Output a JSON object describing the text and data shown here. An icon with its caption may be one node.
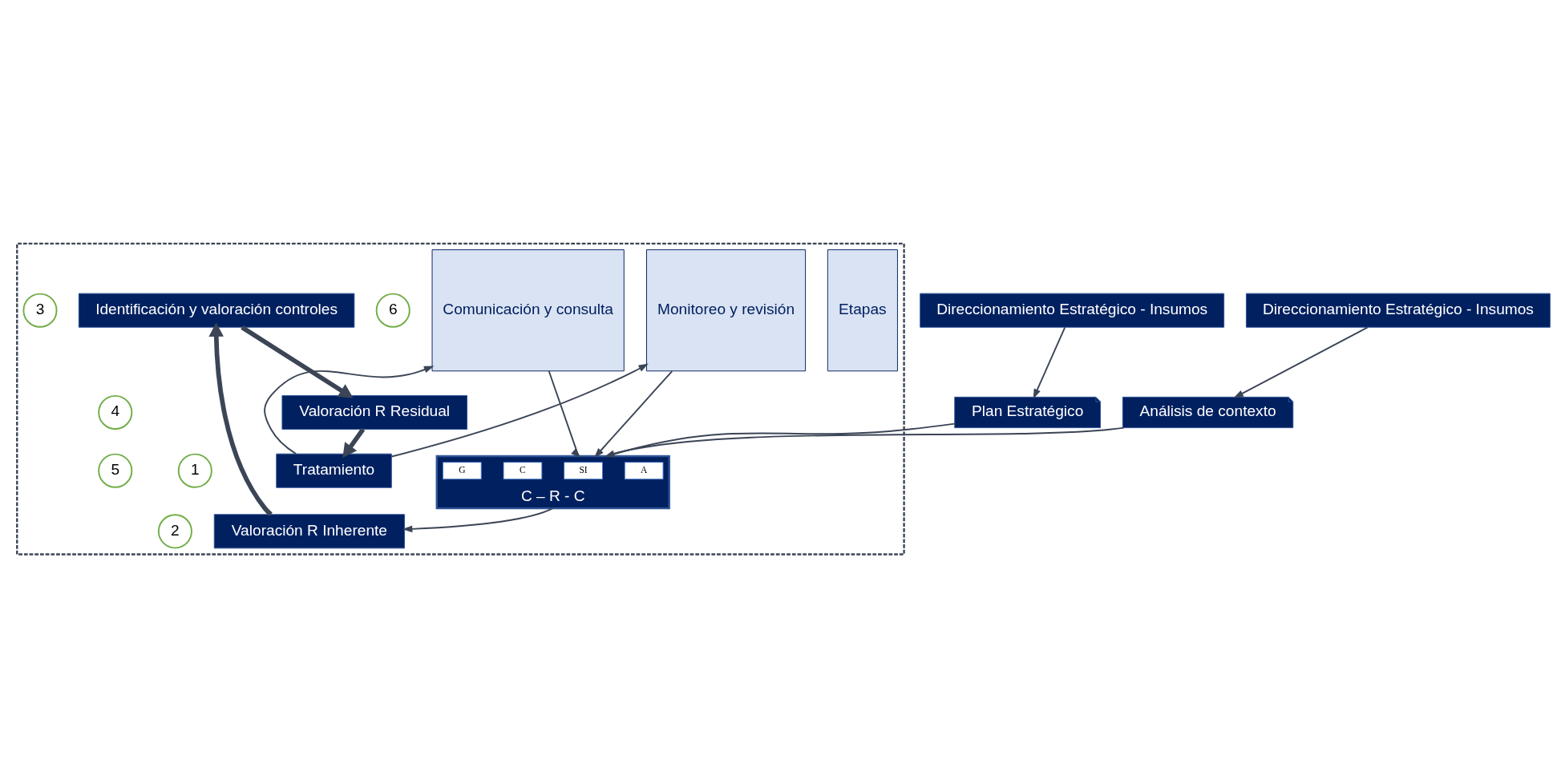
{
  "diagram": {
    "nodes": [
      {
        "text": [],
        "shape": "box"
      },
      {
        "text": [
          "Direccionamiento Estratégico - Insumos"
        ]
      },
      {
        "text": [
          "Plan Estratégico"
        ]
      },
      {
        "text": [
          "Análisis de contexto"
        ]
      },
      {
        "text": [
          "Direccionamiento Estratégico - Insumos"
        ]
      },
      {
        "text": [
          "Etapas"
        ],
        "in": 0
      },
      {
        "text": [
          "Comunicación y consulta"
        ],
        "in": 0
      },
      {
        "text": [
          "1"
        ],
        "in": 0
      },
      {
        "text": [
          "C – R - C"
        ],
        "in": 0
      },
      {
        "text": [
          "G"
        ],
        "in": 8
      },
      {
        "text": [
          "C"
        ],
        "in": 8
      },
      {
        "text": [
          "SI"
        ],
        "in": 8
      },
      {
        "text": [
          "A"
        ],
        "in": 8
      },
      {
        "text": [
          "2"
        ],
        "in": 0
      },
      {
        "text": [
          "Valoración R Inherente"
        ],
        "in": 0
      },
      {
        "text": [
          "3"
        ],
        "in": 0
      },
      {
        "text": [
          "Identificación y valoración controles"
        ],
        "in": 0
      },
      {
        "text": [
          "4"
        ],
        "in": 0
      },
      {
        "text": [
          "Valoración R Residual"
        ],
        "in": 0
      },
      {
        "text": [
          "5"
        ],
        "in": 0
      },
      {
        "text": [
          "Tratamiento"
        ],
        "in": 0
      },
      {
        "text": [
          "6"
        ],
        "in": 0
      },
      {
        "text": [
          "Monitoreo y revisión"
        ],
        "in": 0
      }
    ],
    "edges": [
      {
        "from": 1,
        "to": 2,
        "arrow": "to"
      },
      {
        "from": 4,
        "to": 3,
        "arrow": "to"
      },
      {
        "from": 2,
        "to": 8,
        "arrow": "to"
      },
      {
        "from": 3,
        "to": 8,
        "arrow": "to"
      },
      {
        "from": 6,
        "to": 8,
        "arrow": "to"
      },
      {
        "from": 22,
        "to": 8,
        "arrow": "to"
      },
      {
        "from": 8,
        "to": 14,
        "arrow": "to"
      },
      {
        "from": 14,
        "to": 16,
        "arrow": "to",
        "style": "thick"
      },
      {
        "from": 16,
        "to": 18,
        "arrow": "to",
        "style": "thick"
      },
      {
        "from": 18,
        "to": 20,
        "arrow": "to",
        "style": "thick"
      },
      {
        "from": 20,
        "to": 6,
        "arrow": "to"
      },
      {
        "from": 20,
        "to": 22,
        "arrow": "to"
      }
    ]
  }
}
